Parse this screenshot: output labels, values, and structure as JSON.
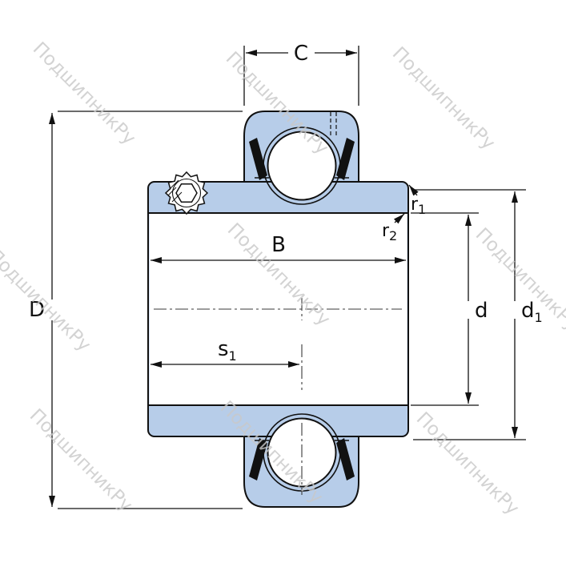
{
  "watermark": {
    "text": "ПодшипникРу",
    "color": "#c9c9c9"
  },
  "colors": {
    "bearing_fill": "#b7cde9",
    "line": "#111111",
    "background": "#ffffff"
  },
  "dimensions": {
    "C": {
      "label": "C"
    },
    "D": {
      "label": "D"
    },
    "B": {
      "label": "B"
    },
    "s1": {
      "label": "s",
      "sub": "1"
    },
    "d": {
      "label": "d"
    },
    "d1": {
      "label": "d",
      "sub": "1"
    },
    "r1": {
      "label": "r",
      "sub": "1"
    },
    "r2": {
      "label": "r",
      "sub": "2"
    }
  }
}
